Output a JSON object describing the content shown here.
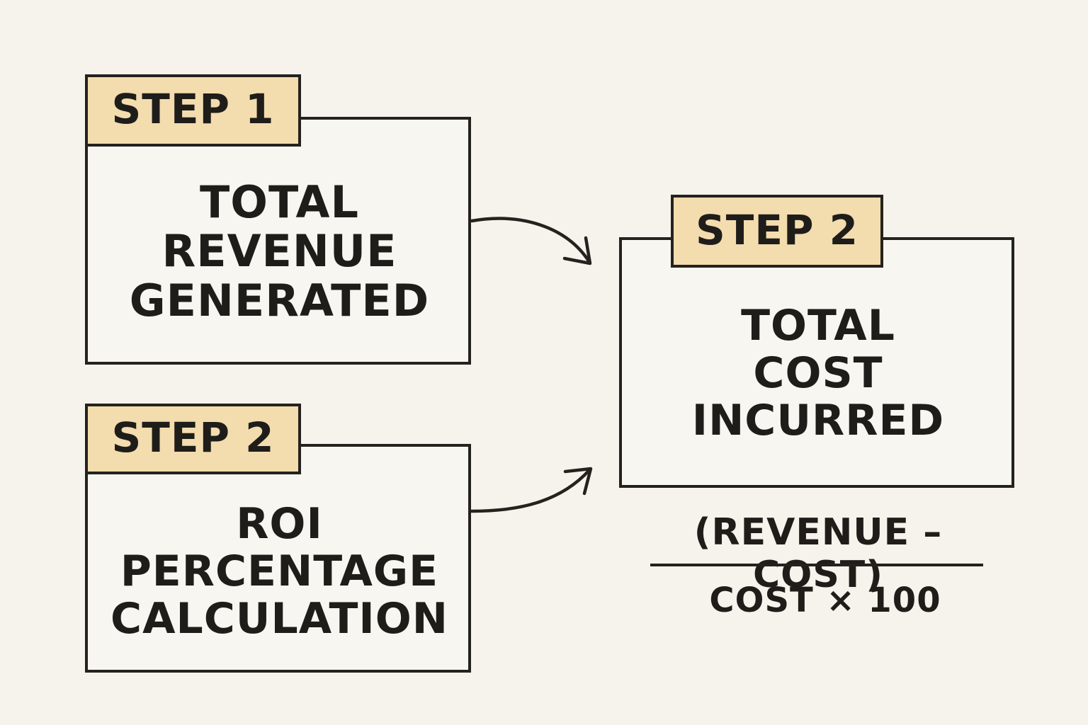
{
  "colors": {
    "background": "#f6f3ec",
    "tab_fill": "#f3dcae",
    "stroke": "#24221f"
  },
  "steps": [
    {
      "tab_label": "STEP 1",
      "lines": [
        "TOTAL",
        "REVENUE",
        "GENERATED"
      ]
    },
    {
      "tab_label": "STEP 2",
      "lines": [
        "ROI",
        "PERCENTAGE",
        "CALCULATION"
      ]
    },
    {
      "tab_label": "STEP 2",
      "lines": [
        "TOTAL",
        "COST",
        "INCURRED"
      ]
    }
  ],
  "formula": {
    "numerator": "(REVENUE – COST)",
    "denominator": "COST × 100"
  }
}
